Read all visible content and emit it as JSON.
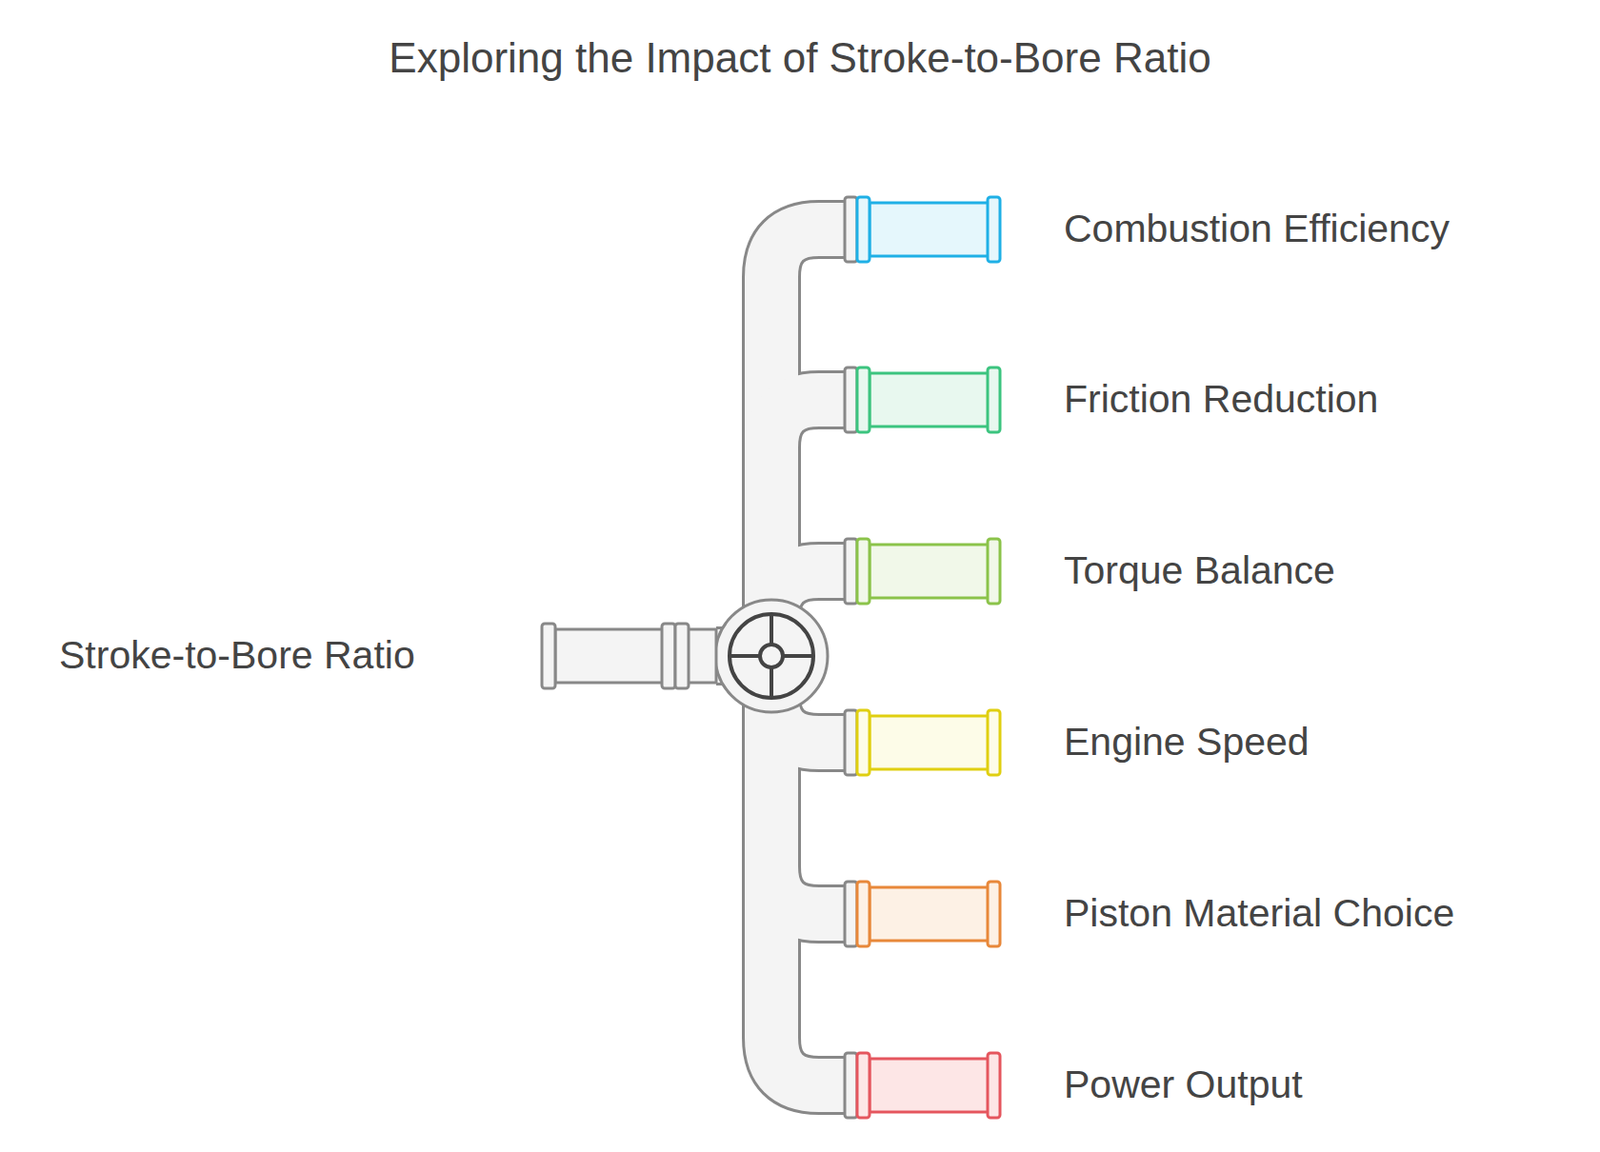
{
  "diagram": {
    "title": "Exploring the Impact of Stroke-to-Bore Ratio",
    "nodes": [
      {
        "text": [
          "Stroke-to-Bore Ratio"
        ]
      },
      {
        "text": [
          "Combustion Efficiency"
        ]
      },
      {
        "text": [
          "Friction Reduction"
        ]
      },
      {
        "text": [
          "Torque Balance"
        ]
      },
      {
        "text": [
          "Engine Speed"
        ]
      },
      {
        "text": [
          "Piston Material Choice"
        ]
      },
      {
        "text": [
          "Power Output"
        ]
      }
    ],
    "edges": [
      {
        "from": 0,
        "to": 1,
        "arrow": "none"
      },
      {
        "from": 0,
        "to": 2,
        "arrow": "none"
      },
      {
        "from": 0,
        "to": 3,
        "arrow": "none"
      },
      {
        "from": 0,
        "to": 4,
        "arrow": "none"
      },
      {
        "from": 0,
        "to": 5,
        "arrow": "none"
      },
      {
        "from": 0,
        "to": 6,
        "arrow": "none"
      }
    ]
  }
}
